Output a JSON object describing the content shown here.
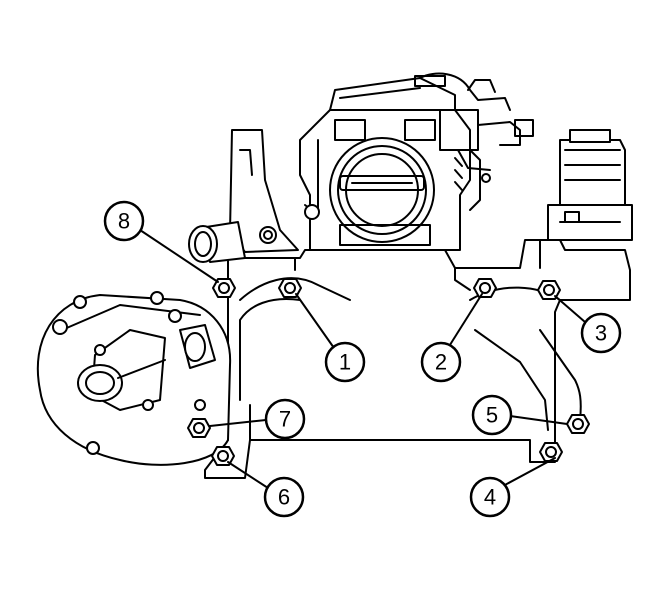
{
  "colors": {
    "line": "#000000",
    "fill": "#ffffff",
    "shade": "#dddddd"
  },
  "callouts": [
    {
      "id": "1",
      "label": "1"
    },
    {
      "id": "2",
      "label": "2"
    },
    {
      "id": "3",
      "label": "3"
    },
    {
      "id": "4",
      "label": "4"
    },
    {
      "id": "5",
      "label": "5"
    },
    {
      "id": "6",
      "label": "6"
    },
    {
      "id": "7",
      "label": "7"
    },
    {
      "id": "8",
      "label": "8"
    }
  ]
}
